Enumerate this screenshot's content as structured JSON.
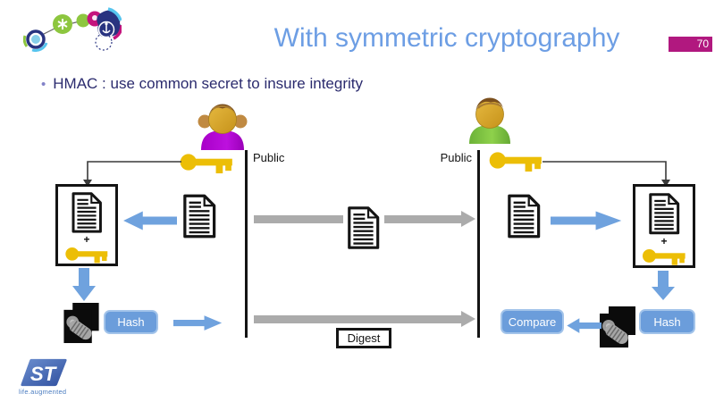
{
  "slide": {
    "title": "With symmetric cryptography",
    "page_number": "70",
    "bullet_marker": "•",
    "bullet_text": "HMAC : use common secret to insure integrity"
  },
  "diagram": {
    "sender": {
      "public_label": "Public",
      "hash_button": "Hash",
      "plus": "+"
    },
    "receiver": {
      "public_label": "Public",
      "hash_button": "Hash",
      "compare_button": "Compare",
      "plus": "+"
    },
    "digest_label": "Digest"
  },
  "footer": {
    "tagline": "life.augmented"
  },
  "colors": {
    "title_blue": "#6D9EE4",
    "badge_magenta": "#B1187F",
    "text_navy": "#2B2B6E",
    "arrow_blue": "#6FA2DE",
    "button_blue": "#6B9DDB",
    "arrow_gray": "#ABABAB",
    "key_gold": "#ECBE06",
    "line_black": "#141414"
  },
  "icons": {
    "deco_logo": "colored-circles-logo",
    "sender_avatar": "girl-avatar-icon",
    "receiver_avatar": "boy-avatar-icon",
    "key": "gold-key-icon",
    "document": "document-icon",
    "hash_machine": "grinder-icon",
    "st_logo": "st-logo"
  }
}
